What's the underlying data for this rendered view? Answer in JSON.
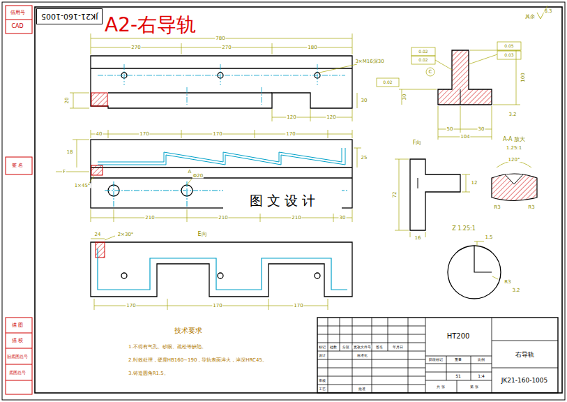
{
  "diagram": {
    "title": "A2-右导轨",
    "nodes": [
      {
        "text": [
          "JK21-160-1005"
        ]
      },
      {
        "text": [
          "图 文 设 计"
        ]
      }
    ],
    "labels": [
      "借用号",
      "CAD",
      "签 名",
      "描 图",
      "描 校",
      "旧底图总号",
      "底图总号",
      "780",
      "270",
      "270",
      "180",
      "120",
      "120",
      "20",
      "30",
      "3×M16深30",
      "0.02",
      "0.02",
      "0.05",
      "0.03",
      "C",
      "0.02",
      "6.3",
      "其余",
      "50",
      "104",
      "30",
      "100",
      "30",
      "3.2",
      "40",
      "170",
      "170",
      "170",
      "F",
      "18",
      "A",
      "1×45°",
      "210",
      "210",
      "210",
      "30",
      "Φ20",
      "25",
      "E向",
      "2×30°",
      "24",
      "170",
      "170",
      "170",
      "F向",
      "A-A 放大",
      "1.25:1",
      "120°",
      "R3",
      "R3",
      "Z 1.25:1",
      "1.5",
      "R3",
      "3.2",
      "72",
      "12",
      "16",
      "技术要求",
      "1.不得有气孔、砂眼、疏松等缺陷。",
      "2.时效处理，硬度HB160~190，导轨表面淬火，淬深HRC45。",
      "3.铸造圆角R1.5。",
      "HT200",
      "右导轨",
      "JK21-160-1005",
      "标记",
      "处数",
      "分区",
      "更改文件号",
      "签名",
      "年月日",
      "设计",
      "标准化",
      "阶段标记",
      "重量",
      "比例",
      "审核",
      "工艺",
      "批准",
      "51",
      "1:4",
      "共 张",
      "第 张"
    ]
  }
}
